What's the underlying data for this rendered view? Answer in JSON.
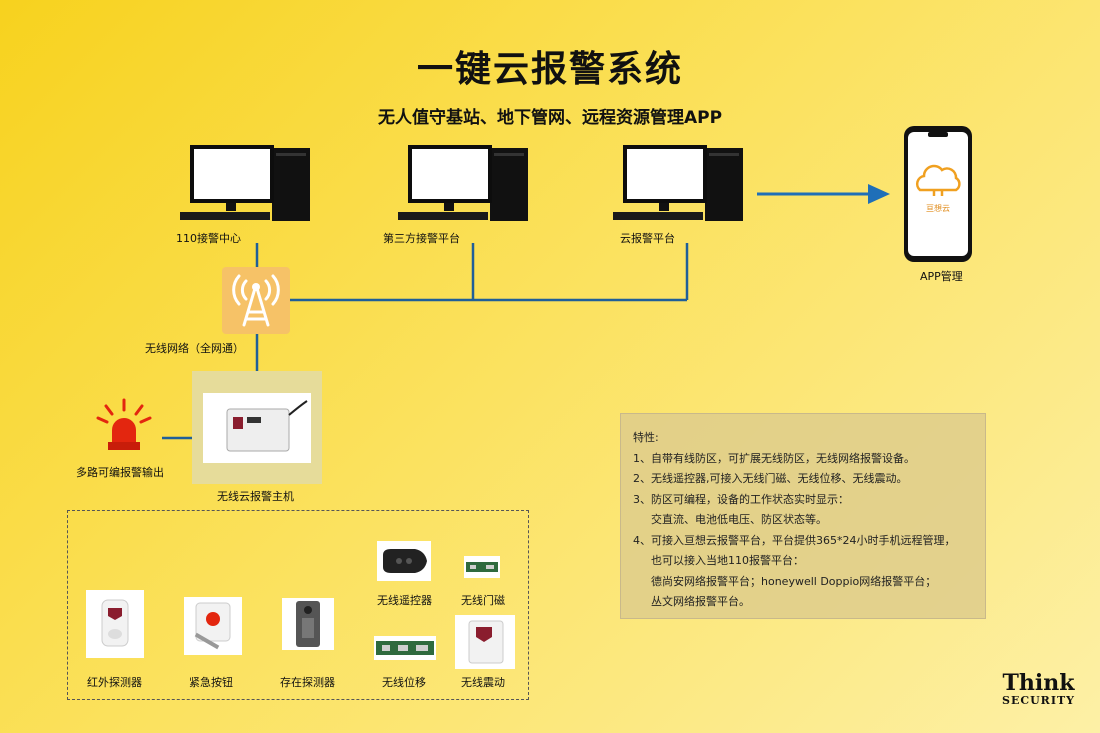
{
  "title": "一键云报警系统",
  "subtitle": "无人值守基站、地下管网、远程资源管理APP",
  "nodes": {
    "computer1": "110接警中心",
    "computer2": "第三方接警平台",
    "computer3": "云报警平台",
    "app": "APP管理",
    "app_logo_text": "亘想云",
    "network": "无线网络（全网通）",
    "host": "无线云报警主机",
    "output": "多路可编报警输出"
  },
  "devices": {
    "infrared": "红外探测器",
    "emergency": "紧急按钮",
    "presence": "存在探测器",
    "remote": "无线遥控器",
    "door": "无线门磁",
    "displacement": "无线位移",
    "vibration": "无线震动"
  },
  "features": {
    "heading": "特性:",
    "items": [
      "1、自带有线防区，可扩展无线防区，无线网络报警设备。",
      "2、无线遥控器,可接入无线门磁、无线位移、无线震动。",
      "3、防区可编程，设备的工作状态实时显示：",
      "交直流、电池低电压、防区状态等。",
      "4、可接入亘想云报警平台，平台提供365*24小时手机远程管理，",
      "也可以接入当地110报警平台：",
      "德尚安网络报警平台；honeywell Doppio网络报警平台；",
      "丛文网络报警平台。"
    ]
  },
  "brand": {
    "name": "Think",
    "sub": "SECURITY"
  },
  "colors": {
    "line": "#1f5f99",
    "arrow": "#1f6fb8",
    "tower": "#f6c267",
    "alarm": "#e3260f"
  }
}
